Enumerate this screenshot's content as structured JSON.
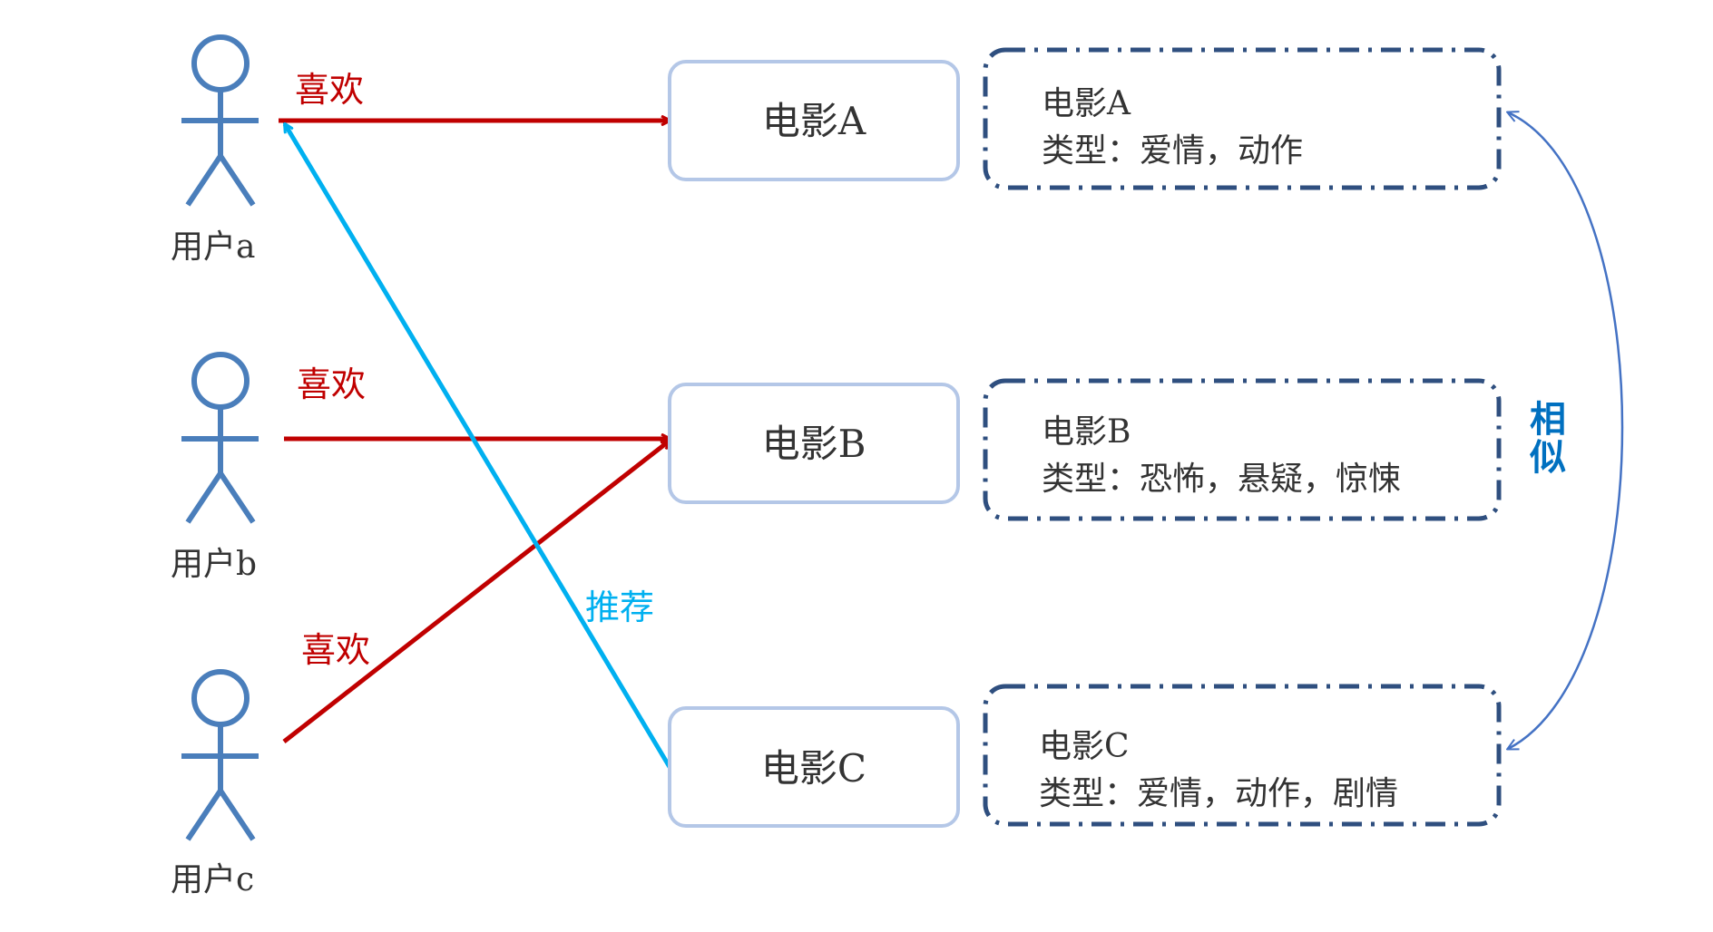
{
  "colors": {
    "user_figure": "#4A7EBB",
    "like_arrow": "#C00000",
    "like_text": "#C00000",
    "recommend_arrow": "#00B0F0",
    "recommend_text": "#00B0F0",
    "movie_box_border": "#B4C7E7",
    "info_box_border": "#2F4F7F",
    "similar_arrow": "#4472C4",
    "similar_text": "#0070C0"
  },
  "users": [
    {
      "label": "用户a"
    },
    {
      "label": "用户b"
    },
    {
      "label": "用户c"
    }
  ],
  "edges": {
    "like_label_1": "喜欢",
    "like_label_2": "喜欢",
    "like_label_3": "喜欢",
    "recommend_label": "推荐"
  },
  "movies": [
    {
      "label": "电影A",
      "info_title": "电影A",
      "info_type": "类型：爱情，动作"
    },
    {
      "label": "电影B",
      "info_title": "电影B",
      "info_type": "类型：恐怖，悬疑，惊悚"
    },
    {
      "label": "电影C",
      "info_title": "电影C",
      "info_type": "类型：爱情，动作，剧情"
    }
  ],
  "similar": {
    "char_1": "相",
    "char_2": "似"
  }
}
